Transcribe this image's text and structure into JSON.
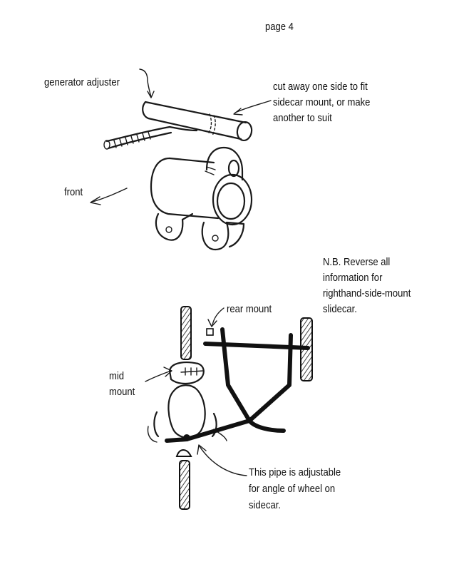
{
  "page_label": "page 4",
  "labels": {
    "generator_adjuster": "generator adjuster",
    "cut_away": [
      "cut away one side to fit",
      "sidecar mount, or make",
      "another to suit"
    ],
    "front": "front",
    "nb": [
      "N.B.  Reverse all",
      "information for",
      "righthand-side-mount",
      "slidecar."
    ],
    "rear_mount": "rear mount",
    "mid_mount": [
      "mid",
      "mount"
    ],
    "pipe_note": [
      "This pipe is adjustable",
      "for angle of wheel on",
      "sidecar."
    ]
  }
}
